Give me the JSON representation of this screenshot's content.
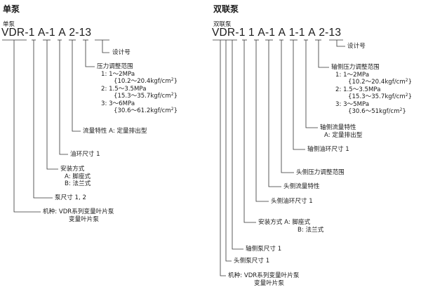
{
  "single": {
    "title": "单泵",
    "subtitle": "单泵",
    "code": [
      "VDR",
      "-",
      "1",
      "A",
      "-",
      "1",
      "A",
      "2",
      "-",
      "13"
    ],
    "labels": {
      "design_no": "设计号",
      "pressure_title": "压力调整范围",
      "p1": "1: 1～2MPa",
      "p1b": "{10.2～20.4kgf/cm",
      "p2": "2: 1.5～3.5MPa",
      "p2b": "{15.3～35.7kgf/cm",
      "p3": "3: 3～6MPa",
      "p3b": "{30.6～61.2kgf/cm",
      "flow": "流量特性  A: 定量排出型",
      "ring": "油环尺寸 1",
      "mount_title": "安装方式",
      "mount_a": "A:  脚座式",
      "mount_b": "B:  法兰式",
      "pump_size": "泵尺寸 1, 2",
      "model_1": "机种: VDR系列变量叶片泵",
      "model_2": "变量叶片泵"
    }
  },
  "double": {
    "title": "双联泵",
    "subtitle": "双联泵",
    "code": [
      "VDR",
      "-",
      "1",
      "1",
      "A",
      "-",
      "1",
      "A",
      "1",
      "-",
      "1",
      "A",
      "2",
      "-",
      "13"
    ],
    "labels": {
      "design_no": "设计号",
      "pressure_title": "轴侧压力调整范围",
      "p1": "1: 1～2MPa",
      "p1b": "{10.2～20.4kgf/cm",
      "p2": "2: 1.5～3.5MPa",
      "p2b": "{15.3～35.7kgf/cm",
      "p3": "3: 3～5MPa",
      "p3b": "{30.6～51kgf/cm",
      "flow_title": "轴侧流量特性",
      "flow_a": "A:  定量排出型",
      "shaft_ring": "轴侧油环尺寸 1",
      "head_pressure": "头侧压力调整范围",
      "head_flow": "头侧流量特性",
      "head_ring": "头侧油环尺寸 1",
      "mount_title": "安装方式  A:  脚座式",
      "mount_b": "B:  法兰式",
      "shaft_pump": "轴侧泵尺寸 1",
      "head_pump": "头侧泵尺寸 1",
      "model_1": "机种: VDR系列变量叶片泵",
      "model_2": "变量叶片泵"
    }
  },
  "units": {
    "sup": "2",
    "close": "}"
  }
}
